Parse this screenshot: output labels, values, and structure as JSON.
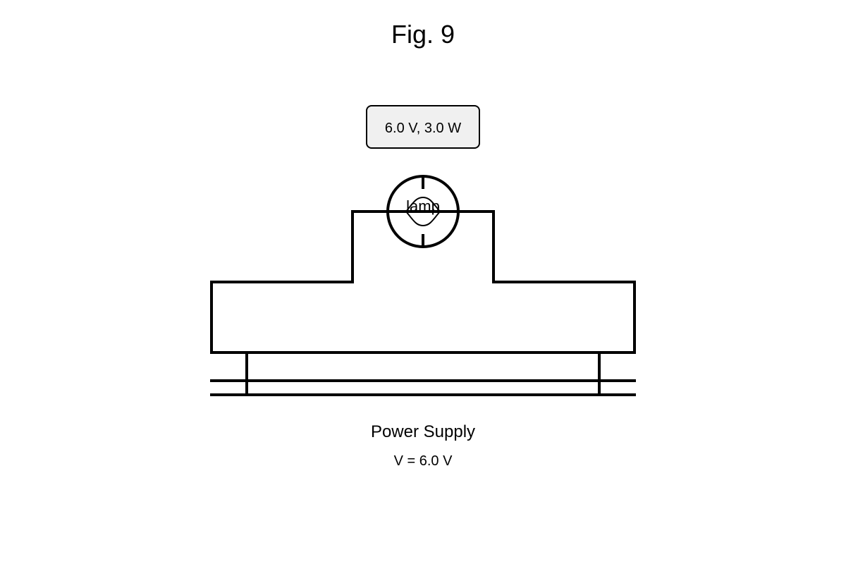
{
  "figure": {
    "title": "Fig. 9"
  },
  "lamp": {
    "rating": "6.0 V, 3.0 W",
    "label": "lamp",
    "icon": "lamp-icon",
    "box_fill": "#f0f0f0"
  },
  "power_supply": {
    "label": "Power Supply",
    "voltage": "V = 6.0 V"
  },
  "colors": {
    "line": "#000000",
    "background": "#ffffff"
  }
}
